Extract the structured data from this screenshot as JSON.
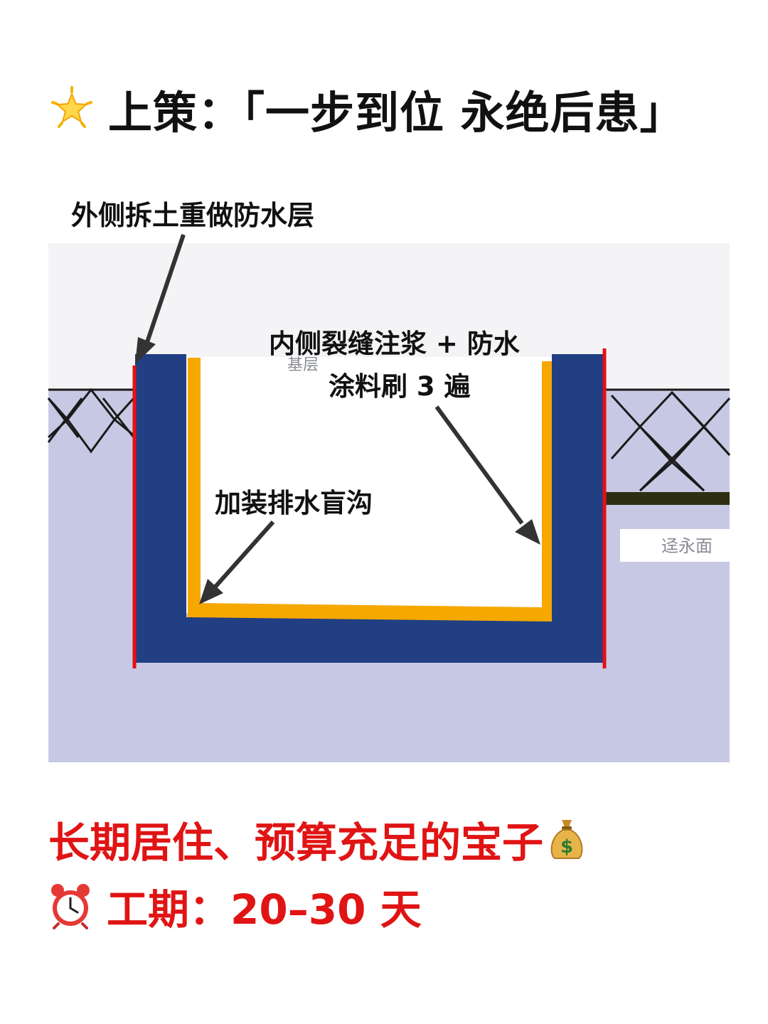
{
  "title": {
    "icon": "glowing-star-icon",
    "text": "上策：「一步到位 永绝后患」"
  },
  "diagram": {
    "labels": {
      "exterior": "外侧拆土重做防水层",
      "interior_line1": "内侧裂缝注浆 + 防水",
      "interior_line2": "涂料刷 3 遍",
      "drain": "加装排水盲沟",
      "base_layer": "基层",
      "backfill_surface": "迳永面"
    },
    "colors": {
      "wall": "#213f82",
      "ground": "#c7c9e4",
      "exterior_waterproof": "#e80f12",
      "interior_coating": "#f6a800",
      "arrow": "#333333"
    }
  },
  "caption": {
    "text": "长期居住、预算充足的宝子",
    "icon": "money-bag-icon"
  },
  "period": {
    "icon": "alarm-clock-icon",
    "text": "工期：20–30 天"
  }
}
